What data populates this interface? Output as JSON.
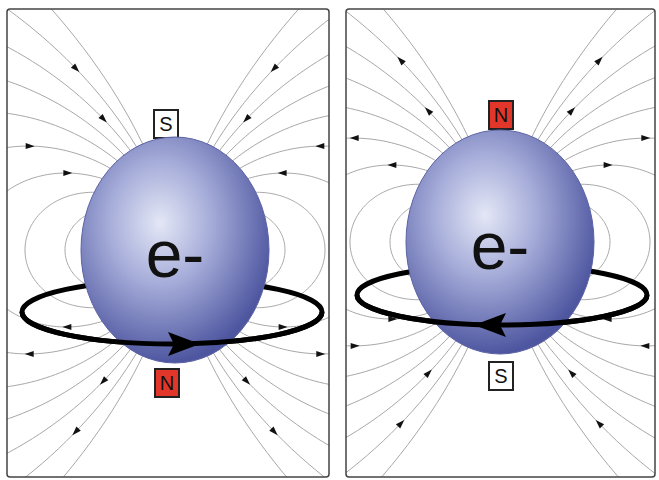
{
  "diagram": {
    "nodes": [
      {
        "text": [
          "S"
        ]
      },
      {
        "text": [
          "e-"
        ]
      },
      {
        "text": [
          "N"
        ]
      },
      {
        "text": [
          "N"
        ]
      },
      {
        "text": [
          "e-"
        ]
      },
      {
        "text": [
          "S"
        ]
      }
    ]
  }
}
